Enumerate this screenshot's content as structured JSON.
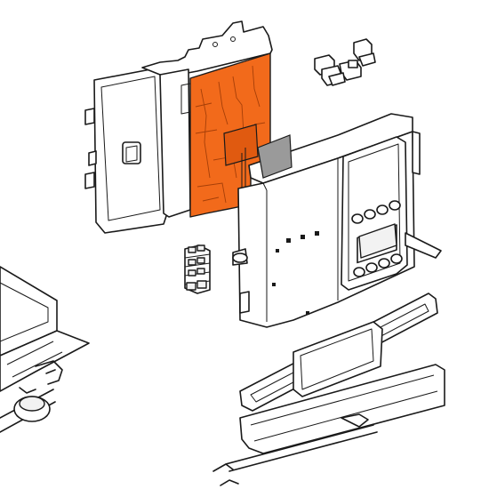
{
  "diagram": {
    "background": "#ffffff",
    "line_color": "#1a1a1a",
    "highlight_color": "#f26a1b",
    "highlighted_part": "pcb",
    "parts": [
      "back-cover",
      "pcb",
      "connector-clips",
      "terminal-block",
      "control-housing",
      "front-fascia",
      "wire-bracket",
      "lower-assembly"
    ]
  }
}
